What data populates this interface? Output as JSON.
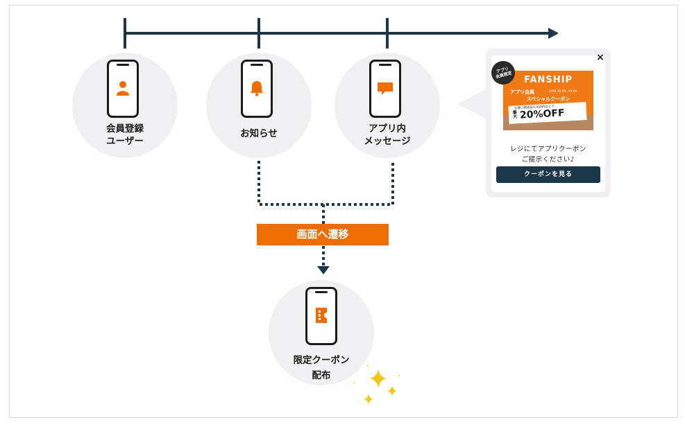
{
  "nodes": {
    "member": {
      "label_line1": "会員登録",
      "label_line2": "ユーザー",
      "icon": "person-icon"
    },
    "notice": {
      "label_line1": "お知らせ",
      "icon": "bell-icon"
    },
    "inapp": {
      "label_line1": "アプリ内",
      "label_line2": "メッセージ",
      "icon": "chat-bubble-icon"
    },
    "coupon": {
      "label_line1": "限定クーポン",
      "label_line2": "配布",
      "icon": "ticket-icon"
    }
  },
  "transition_badge": "画面へ遷移",
  "popup": {
    "seal_text_1": "アプリ",
    "seal_text_2": "会員限定",
    "coupon_brand": "FANSHIP",
    "coupon_line1": "アプリ会員",
    "coupon_date": "20XX.XX.XX〜XX.XX",
    "coupon_line2": "スペシャルクーポン",
    "coupon_condition": "お買い物合計5,000円以上で",
    "coupon_max": "最大",
    "coupon_discount": "20%OFF",
    "message_line1": "レジにてアプリクーポン",
    "message_line2": "ご提示ください♪",
    "button_label": "クーポンを見る",
    "close_glyph": "×"
  },
  "colors": {
    "accent": "#ed6d00",
    "navy": "#1c3648",
    "node_bg": "#f0f0f2",
    "sparkle": "#f5c518"
  }
}
